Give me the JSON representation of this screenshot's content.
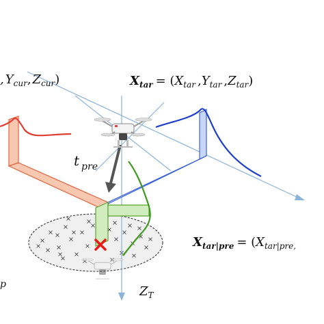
{
  "labels": {
    "cur_open": ",",
    "y_cur": "Y",
    "y_cur_sub": "cur",
    "z_cur": "Z",
    "z_cur_sub": "cur",
    "cur_close": ")",
    "x_tar_bold": "X",
    "x_tar_bold_sub": "tar",
    "tar_eq": "= (",
    "x_tar": "X",
    "x_tar_sub": "tar",
    "y_tar": "Y",
    "y_tar_sub": "tar",
    "z_tar": "Z",
    "z_tar_sub": "tar",
    "tar_close": ")",
    "t_pre": "t",
    "t_pre_sub": "pre",
    "x_pre_bold": "X",
    "x_pre_bold_sub": "tar|pre",
    "pre_eq": "= (",
    "x_pre": "X",
    "x_pre_sub": "tar|pre,",
    "z_t": "Z",
    "z_t_sub": "T",
    "edge_char": "p"
  },
  "colors": {
    "axis": "#8ab4d8",
    "red_curve": "#e03c30",
    "blue_curve": "#1f3fc8",
    "green_curve": "#3e9a1c",
    "red_wall": "#f8c7b0",
    "red_wall_edge": "#e0643c",
    "blue_wall": "#c7d6f6",
    "blue_wall_edge": "#3c64d4",
    "green_wall": "#d1ecbe",
    "green_wall_edge": "#5aa232",
    "target_mark": "#e81818",
    "arrow": "#555555"
  },
  "icons": {
    "drone_top": "quadcopter-drone-icon",
    "drone_bottom": "quadcopter-drone-icon",
    "target": "red-x-target-icon"
  }
}
